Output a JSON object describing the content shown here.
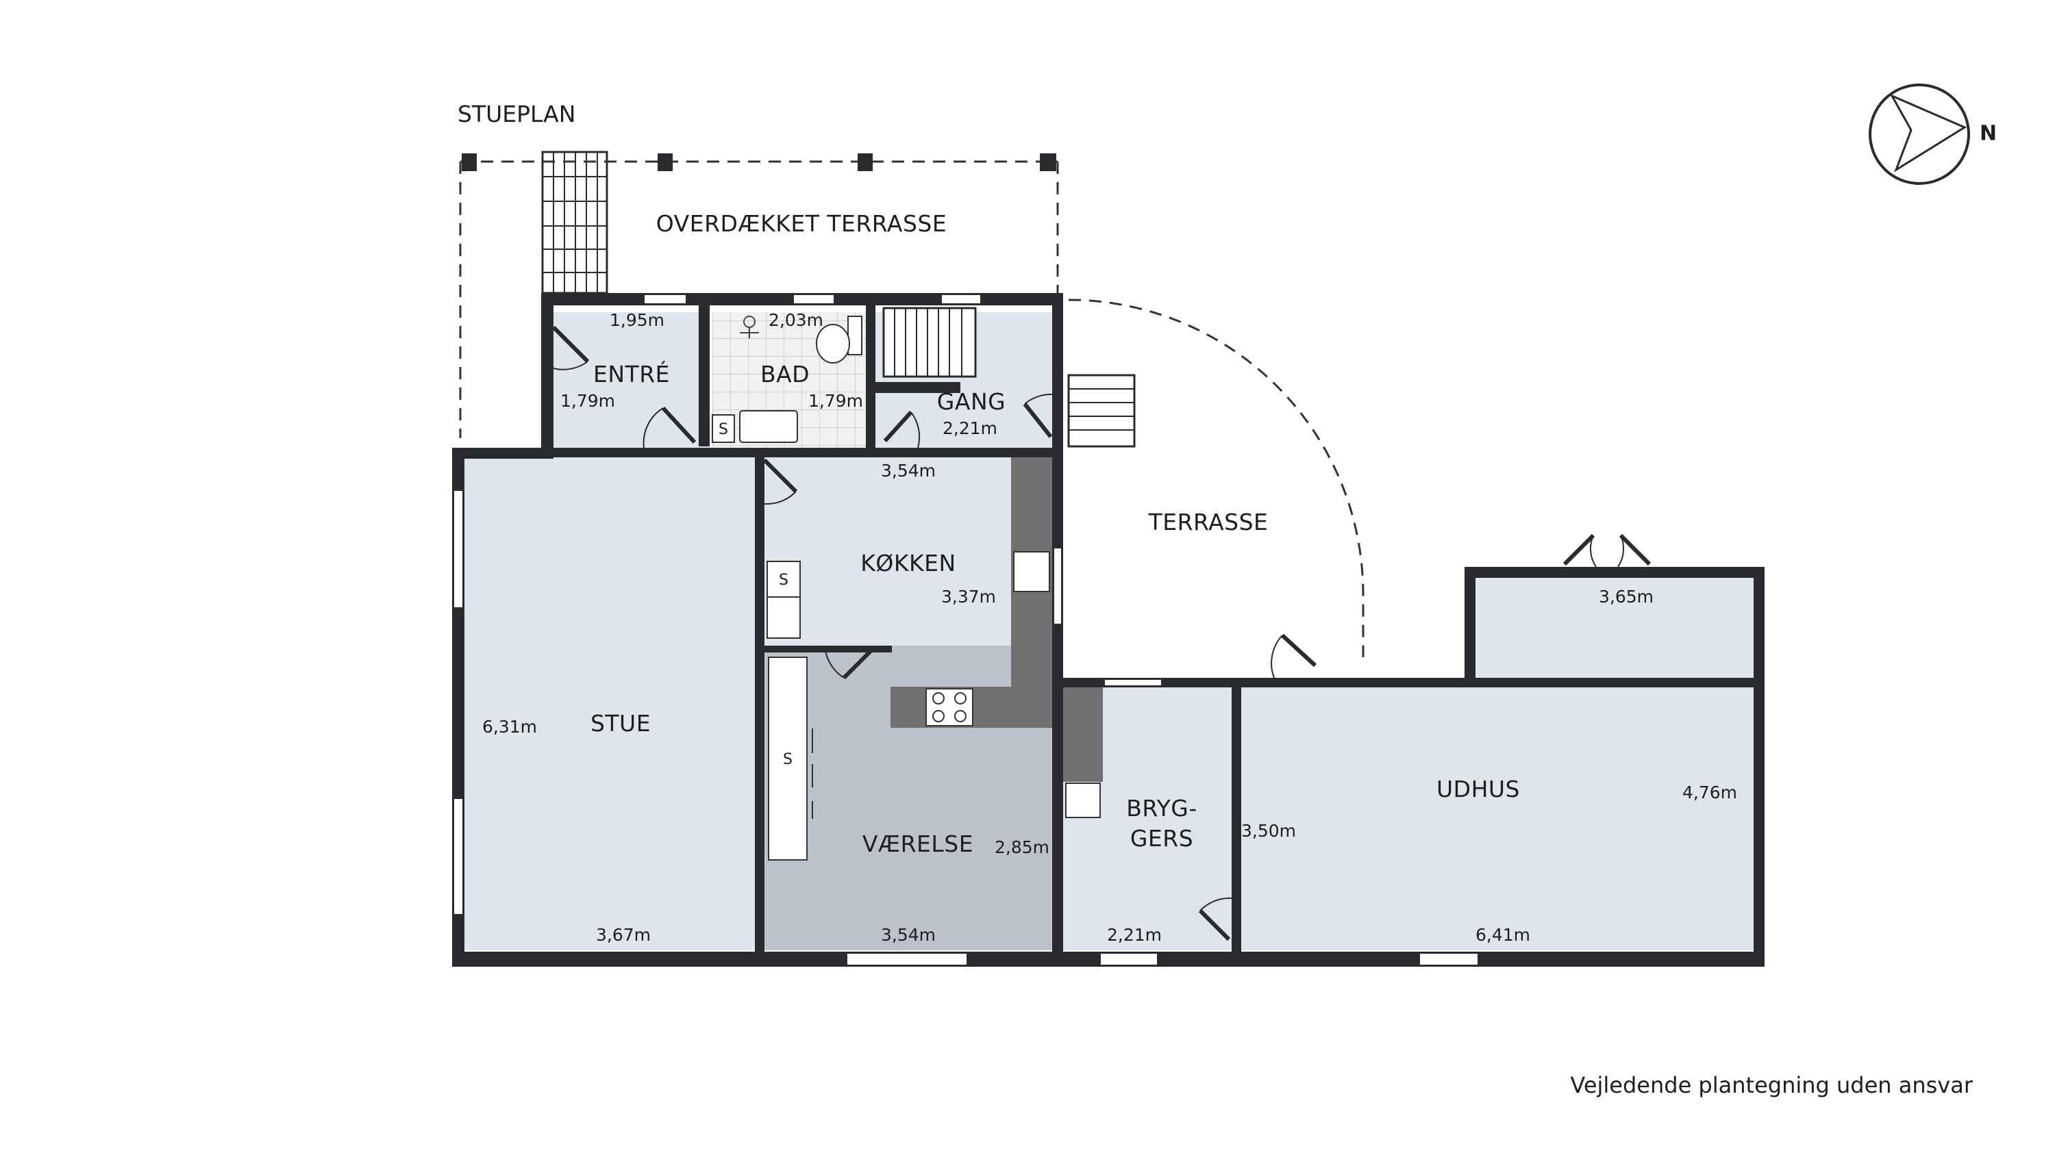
{
  "plan": {
    "title": "STUEPLAN",
    "north": "N",
    "disclaimer": "Vejledende plantegning uden ansvar",
    "colors": {
      "wall": "#2a2b2e",
      "floor": "#dfe5ec",
      "room_dark": "#bcc2cc",
      "counter": "#707070",
      "tile": "#eaeaea"
    },
    "rooms": [
      {
        "id": "overdaekket-terrasse",
        "name": "OVERDÆKKET TERRASSE"
      },
      {
        "id": "entre",
        "name": "ENTRÉ",
        "dims": [
          "1,95m",
          "1,79m"
        ]
      },
      {
        "id": "bad",
        "name": "BAD",
        "dims": [
          "2,03m",
          "1,79m"
        ]
      },
      {
        "id": "gang",
        "name": "GANG",
        "dims": [
          "2,21m"
        ]
      },
      {
        "id": "terrasse",
        "name": "TERRASSE"
      },
      {
        "id": "koekken",
        "name": "KØKKEN",
        "dims": [
          "3,54m",
          "3,37m"
        ]
      },
      {
        "id": "stue",
        "name": "STUE",
        "dims": [
          "6,31m",
          "3,67m"
        ]
      },
      {
        "id": "vaerelse",
        "name": "VÆRELSE",
        "dims": [
          "2,85m",
          "3,54m"
        ]
      },
      {
        "id": "bryggers",
        "name": [
          "BRYG-",
          "GERS"
        ],
        "dims": [
          "2,21m"
        ]
      },
      {
        "id": "udhus",
        "name": "UDHUS",
        "dims": [
          "3,65m",
          "4,76m",
          "3,50m",
          "6,41m"
        ]
      }
    ],
    "fixture_labels": {
      "bad_cabinet": "S",
      "kitchen_cabinet": "S",
      "wardrobe": "S"
    }
  }
}
